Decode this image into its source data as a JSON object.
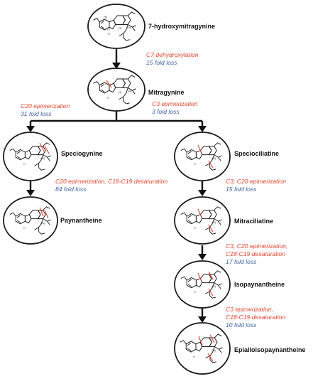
{
  "colors": {
    "annotation_red": "#e8442a",
    "annotation_blue": "#3f62a8",
    "outline": "#1a1a1a"
  },
  "nodes": {
    "n7oh": {
      "name": "7-hydroxymitragynine"
    },
    "mitragynine": {
      "name": "Mitragynine"
    },
    "speciogynine": {
      "name": "Speciogynine"
    },
    "speciociliatine": {
      "name": "Speciociliatine"
    },
    "paynantheine": {
      "name": "Paynantheine"
    },
    "mitraciliatine": {
      "name": "Mitraciliatine"
    },
    "isopaynantheine": {
      "name": "Isopaynantheine"
    },
    "epialloisopaynantheine": {
      "name": "Epialloisopaynantheine"
    }
  },
  "edges": {
    "e1": {
      "change_lines": [
        "C7 dehydroxylation"
      ],
      "loss": "15 fold loss"
    },
    "e2": {
      "change_lines": [
        "C20 epimerization"
      ],
      "loss": "31 fold loss"
    },
    "e3": {
      "change_lines": [
        "C3 epimerization"
      ],
      "loss": "3 fold loss"
    },
    "e4": {
      "change_lines": [
        "C20 epimerization, C18-C19 desaturation"
      ],
      "loss": "84 fold loss"
    },
    "e5": {
      "change_lines": [
        "C3, C20 epimerization"
      ],
      "loss": "15 fold loss"
    },
    "e6": {
      "change_lines": [
        "C3, C20 epimerization,",
        "C18-C19 desaturation"
      ],
      "loss": "17 fold loss"
    },
    "e7": {
      "change_lines": [
        "C3 epimerization,",
        "C18-C19 desaturation"
      ],
      "loss": "10 fold loss"
    }
  },
  "structure_labels": {
    "hydroxyl": "HO",
    "nitrogen": "N",
    "amine": "H",
    "position_3": "(3)",
    "position_7": "(7)",
    "position_15": "(15)",
    "position_20": "(20)"
  }
}
